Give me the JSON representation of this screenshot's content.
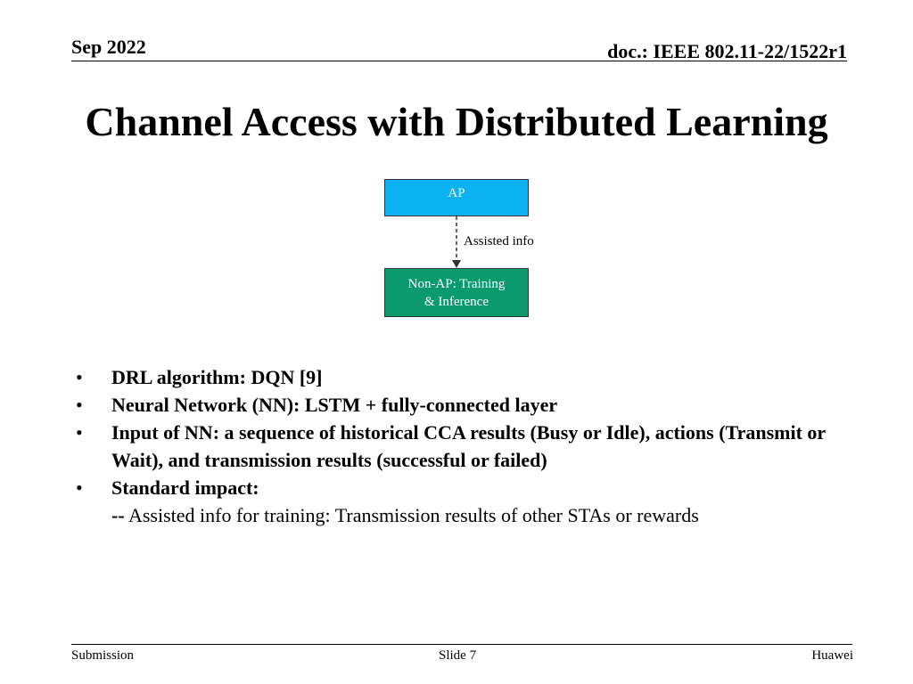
{
  "header": {
    "date": "Sep 2022",
    "doc": "doc.: IEEE 802.11-22/1522r1"
  },
  "title": "Channel Access with Distributed Learning",
  "diagram": {
    "ap_label": "AP",
    "edge_label": "Assisted info",
    "nonap_line1": "Non-AP: Training",
    "nonap_line2": "& Inference",
    "colors": {
      "ap": "#0bb2f2",
      "nonap": "#0b9a6e"
    }
  },
  "bullets": [
    "DRL algorithm: DQN [9]",
    "Neural Network (NN): LSTM + fully-connected layer",
    "Input of NN: a sequence of historical CCA results (Busy or Idle), actions (Transmit or Wait), and transmission results (successful or failed)",
    "Standard impact:"
  ],
  "sub_bullet": {
    "prefix": "--",
    "text": " Assisted info for training: Transmission results of other STAs or rewards"
  },
  "footer": {
    "left": "Submission",
    "center": "Slide 7",
    "right": "Huawei"
  }
}
